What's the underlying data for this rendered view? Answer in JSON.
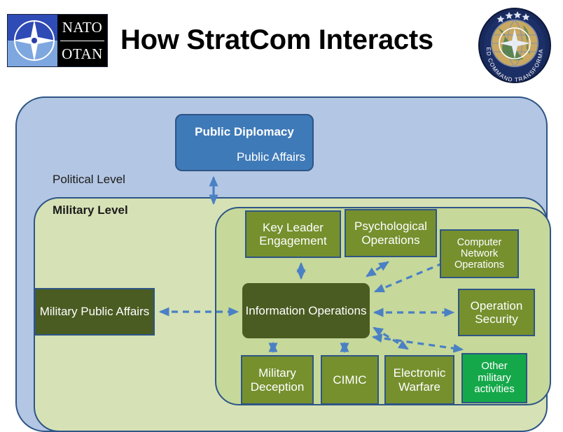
{
  "header": {
    "title": "How StratCom Interacts",
    "nato_logo": {
      "name": "nato-otan-logo",
      "line1": "NATO",
      "line2": "OTAN"
    },
    "act_logo": {
      "name": "allied-command-transformation-logo",
      "ring_text": "ALLIED COMMAND TRANSFORMATION"
    }
  },
  "diagram": {
    "political_level_label": "Political Level",
    "military_level_label": "Military Level",
    "nodes": {
      "public_diplomacy": {
        "title": "Public Diplomacy",
        "subtitle": "Public Affairs"
      },
      "key_leader_engagement": "Key Leader Engagement",
      "psychological_operations": "Psychological Operations",
      "computer_network_operations": "Computer Network Operations",
      "information_operations": "Information Operations",
      "military_public_affairs": "Military Public Affairs",
      "operation_security": "Operation Security",
      "military_deception": "Military Deception",
      "cimic": "CIMIC",
      "electronic_warfare": "Electronic Warfare",
      "other_military_activities": "Other military activities"
    },
    "colors": {
      "political_fill": "#b3c6e3",
      "military_fill": "#d6e2b5",
      "infoops_panel_fill": "#c6d89a",
      "container_border": "#2e5586",
      "public_diplomacy_fill": "#3f7ab8",
      "olive_node_fill": "#76902e",
      "dark_green_node_fill": "#4a5c21",
      "bright_green_node_fill": "#15a84a",
      "arrow_color": "#4a80c4",
      "title_color": "#000000"
    }
  }
}
